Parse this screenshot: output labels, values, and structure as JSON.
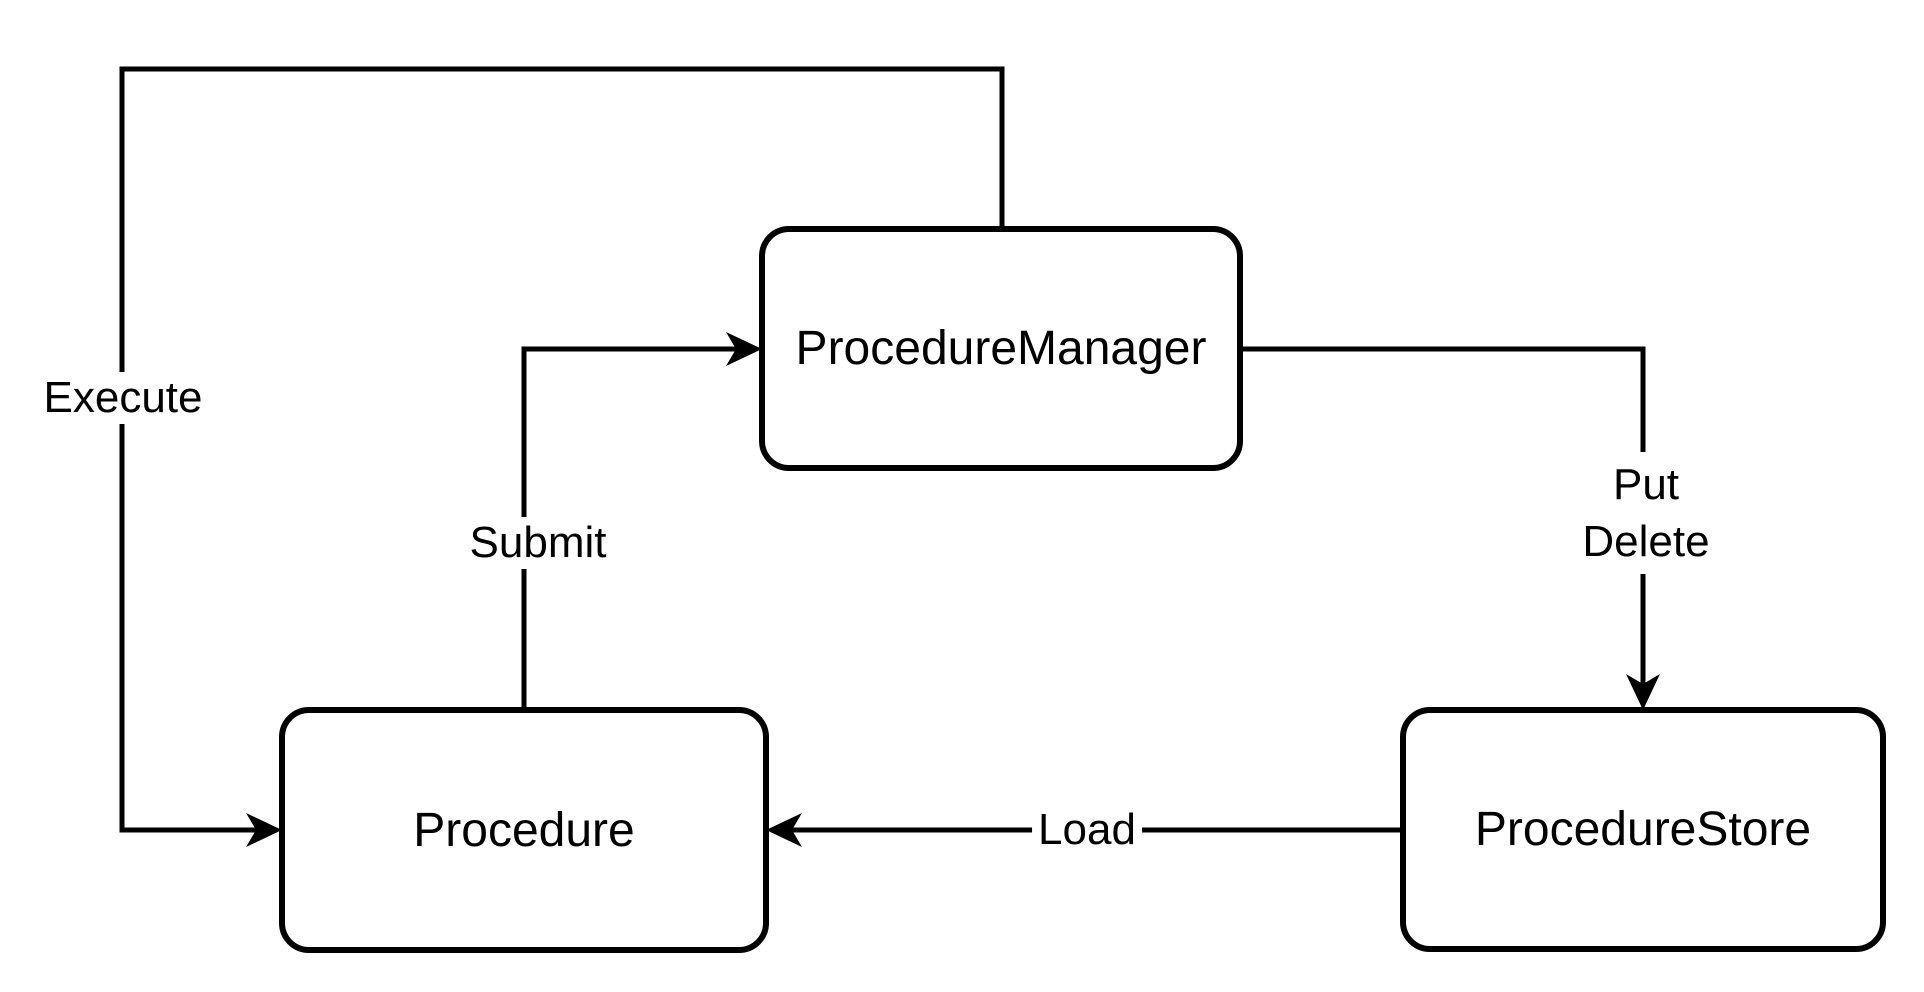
{
  "diagram": {
    "type": "flowchart",
    "colors": {
      "background": "#ffffff",
      "stroke": "#000000",
      "text": "#000000"
    },
    "nodes": [
      {
        "id": "procedure-manager",
        "label": "ProcedureManager"
      },
      {
        "id": "procedure",
        "label": "Procedure"
      },
      {
        "id": "procedure-store",
        "label": "ProcedureStore"
      }
    ],
    "edges": [
      {
        "id": "execute",
        "from": "ProcedureManager",
        "to": "Procedure",
        "label": "Execute"
      },
      {
        "id": "submit",
        "from": "Procedure",
        "to": "ProcedureManager",
        "label": "Submit"
      },
      {
        "id": "put-delete",
        "from": "ProcedureManager",
        "to": "ProcedureStore",
        "label_lines": [
          "Put",
          "Delete"
        ]
      },
      {
        "id": "load",
        "from": "ProcedureStore",
        "to": "Procedure",
        "label": "Load"
      }
    ]
  }
}
